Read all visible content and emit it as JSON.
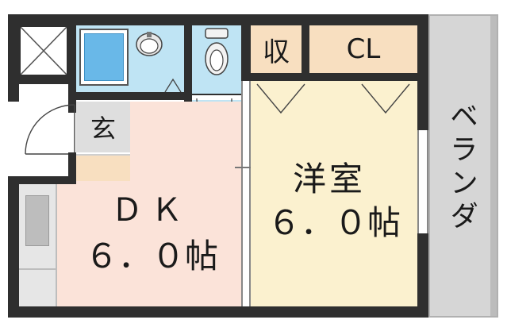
{
  "rooms": {
    "dk": {
      "name": "ＤＫ",
      "size": "６．０帖",
      "color": "#fbe3d9"
    },
    "western": {
      "name": "洋室",
      "size": "６．０帖",
      "color": "#fbf1cf"
    },
    "storage": {
      "label": "収",
      "color": "#f8dfc0"
    },
    "closet": {
      "label": "CL",
      "color": "#f8dfc0"
    },
    "entrance": {
      "label": "玄",
      "color": "#dedede"
    },
    "balcony": {
      "label": "ベランダ",
      "color": "#d6d6d6"
    }
  },
  "colors": {
    "wall": "#2f2f2f",
    "bath": "#bfe4f4",
    "tub": "#69b8e8",
    "plan_bg": "#ffffff"
  },
  "icons": [
    "unit-bath-icon",
    "washbasin-icon",
    "toilet-icon",
    "door-swing-icon",
    "closet-door-icon",
    "kitchen-sink-icon",
    "pipe-shaft-icon"
  ]
}
